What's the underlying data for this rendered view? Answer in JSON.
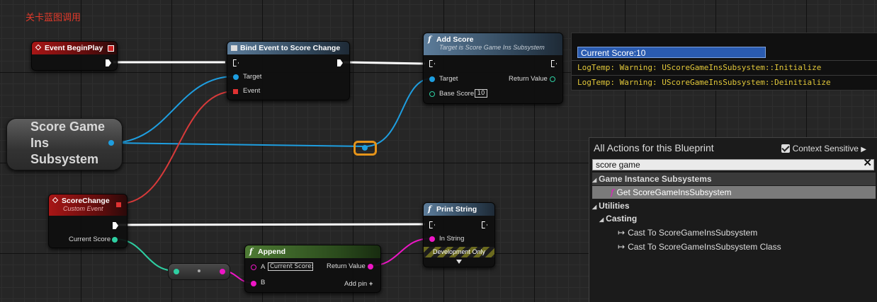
{
  "canvas": {
    "title": "关卡蓝图调用"
  },
  "nodes": {
    "event_begin_play": {
      "title": "Event BeginPlay"
    },
    "bind_event": {
      "title": "Bind Event to Score Change",
      "pin_target": "Target",
      "pin_event": "Event"
    },
    "add_score": {
      "title": "Add Score",
      "subtitle": "Target is Score Game Ins Subsystem",
      "pin_target": "Target",
      "pin_return": "Return Value",
      "pin_base_score": "Base Score",
      "base_score_value": "10"
    },
    "variable": {
      "label": "Score Game Ins Subsystem"
    },
    "score_change": {
      "title": "ScoreChange",
      "subtitle": "Custom Event",
      "pin_current_score": "Current Score"
    },
    "print_string": {
      "title": "Print String",
      "pin_in_string": "In String",
      "dev_only": "Development Only"
    },
    "append": {
      "title": "Append",
      "pin_a": "A",
      "a_value": "Current Score:",
      "pin_b": "B",
      "pin_return": "Return Value",
      "add_pin": "Add pin"
    }
  },
  "log": {
    "lines": [
      {
        "text": "Current Score:10",
        "type": "highlight"
      },
      {
        "text": "LogTemp: Warning: UScoreGameInsSubsystem::Initialize",
        "type": "warning"
      },
      {
        "text": "LogTemp: Warning: UScoreGameInsSubsystem::Deinitialize",
        "type": "warning"
      }
    ]
  },
  "actions_panel": {
    "title": "All Actions for this Blueprint",
    "context_label": "Context Sensitive",
    "context_checked": true,
    "search_value": "score game",
    "categories": [
      {
        "label": "Game Instance Subsystems"
      },
      {
        "label": "Get ScoreGameInsSubsystem"
      },
      {
        "label": "Utilities"
      },
      {
        "label": "Casting"
      },
      {
        "label": "Cast To ScoreGameInsSubsystem"
      },
      {
        "label": "Cast To ScoreGameInsSubsystem Class"
      }
    ]
  },
  "colors": {
    "exec": "#ffffff",
    "object_pin": "#1e9ee0",
    "delegate_pin": "#e03232",
    "int_pin": "#2ecfa2",
    "string_pin": "#ee16c6",
    "reroute_highlight": "#e5941a",
    "title_red": "#e23a2a"
  }
}
